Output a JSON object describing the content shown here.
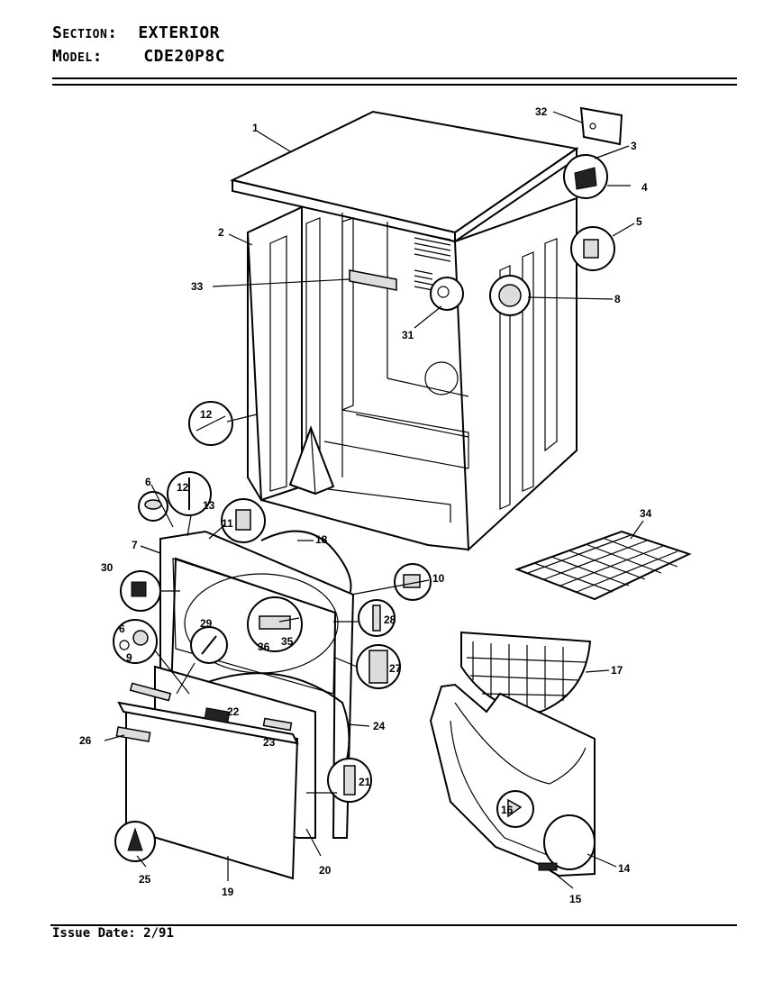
{
  "header": {
    "section_label": "Section:",
    "section_value": "EXTERIOR",
    "model_label": "Model:",
    "model_value": "CDE20P8C"
  },
  "footer": {
    "issue_label": "Issue Date:",
    "issue_value": "2/91"
  },
  "callouts": [
    "1",
    "2",
    "3",
    "4",
    "5",
    "6",
    "6",
    "7",
    "8",
    "9",
    "10",
    "11",
    "12",
    "12",
    "13",
    "14",
    "15",
    "16",
    "17",
    "18",
    "19",
    "20",
    "21",
    "22",
    "23",
    "24",
    "25",
    "26",
    "27",
    "28",
    "29",
    "30",
    "31",
    "32",
    "33",
    "34",
    "35",
    "36"
  ]
}
